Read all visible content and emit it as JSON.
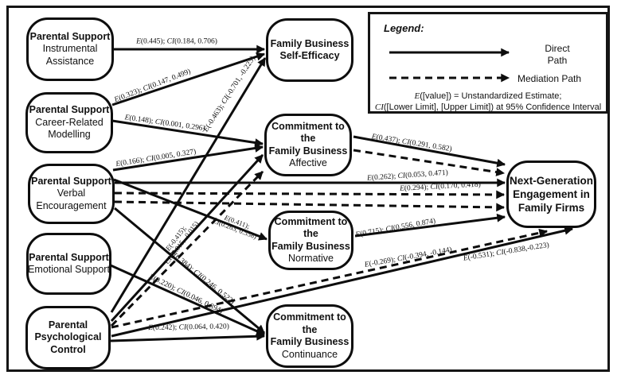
{
  "nodes": [
    {
      "id": "ps-instrumental",
      "lines": [
        {
          "text": "Parental Support",
          "bold": true
        },
        {
          "text": "Instrumental",
          "bold": false
        },
        {
          "text": "Assistance",
          "bold": false
        }
      ]
    },
    {
      "id": "ps-career",
      "lines": [
        {
          "text": "Parental Support",
          "bold": true
        },
        {
          "text": "Career-Related",
          "bold": false
        },
        {
          "text": "Modelling",
          "bold": false
        }
      ]
    },
    {
      "id": "ps-verbal",
      "lines": [
        {
          "text": "Parental Support",
          "bold": true
        },
        {
          "text": "Verbal",
          "bold": false
        },
        {
          "text": "Encouragement",
          "bold": false
        }
      ]
    },
    {
      "id": "ps-emotional",
      "lines": [
        {
          "text": "Parental Support",
          "bold": true
        },
        {
          "text": "Emotional Support",
          "bold": false
        }
      ]
    },
    {
      "id": "psych-control",
      "lines": [
        {
          "text": "Parental",
          "bold": true
        },
        {
          "text": "Psychological",
          "bold": true
        },
        {
          "text": "Control",
          "bold": true
        }
      ]
    },
    {
      "id": "fb-self-efficacy",
      "lines": [
        {
          "text": "Family Business",
          "bold": true
        },
        {
          "text": "Self-Efficacy",
          "bold": true
        }
      ]
    },
    {
      "id": "commit-affective",
      "lines": [
        {
          "text": "Commitment to",
          "bold": true
        },
        {
          "text": "the",
          "bold": true
        },
        {
          "text": "Family Business",
          "bold": true
        },
        {
          "text": "Affective",
          "bold": false
        }
      ]
    },
    {
      "id": "commit-normative",
      "lines": [
        {
          "text": "Commitment to",
          "bold": true
        },
        {
          "text": "the",
          "bold": true
        },
        {
          "text": "Family Business",
          "bold": true
        },
        {
          "text": "Normative",
          "bold": false
        }
      ]
    },
    {
      "id": "commit-continuance",
      "lines": [
        {
          "text": "Commitment to",
          "bold": true
        },
        {
          "text": "the",
          "bold": true
        },
        {
          "text": "Family Business",
          "bold": true
        },
        {
          "text": "Continuance",
          "bold": false
        }
      ]
    },
    {
      "id": "next-gen",
      "big": true,
      "lines": [
        {
          "text": "Next-Generation",
          "bold": true
        },
        {
          "text": "Engagement in",
          "bold": true
        },
        {
          "text": "Family Firms",
          "bold": true
        }
      ]
    }
  ],
  "edges": [
    {
      "id": "direct-instrumental-to-selfefficacy",
      "kind": "direct",
      "label": "E(0.445); CI(0.184, 0.706)"
    },
    {
      "id": "direct-career-to-selfefficacy",
      "kind": "direct",
      "label": "E(0.323); CI(0.147, 0.499)"
    },
    {
      "id": "direct-career-to-affective",
      "kind": "direct",
      "label": "E(0.148); CI(0.001, 0.296)"
    },
    {
      "id": "direct-verbal-to-affective",
      "kind": "direct",
      "label": "E(0.166); CI(0.005, 0.327)"
    },
    {
      "id": "direct-verbal-to-nextgen",
      "kind": "direct",
      "label": "E(0.262); CI(0.053, 0.471)"
    },
    {
      "id": "direct-verbal-to-normative",
      "kind": "direct",
      "label_lines": [
        "E(0.411);",
        "CI(0.263, 0.558)"
      ]
    },
    {
      "id": "direct-verbal-to-continuance",
      "kind": "direct",
      "label": "E(0.384); CI(0.246, 0.522)"
    },
    {
      "id": "direct-emotional-to-continuance",
      "kind": "direct",
      "label": "E(0.220); CI(0.046, 0.394)"
    },
    {
      "id": "direct-psychcontrol-to-selfefficacy",
      "kind": "direct",
      "label": "E(-0.463); CI(-0.701, -0.225)"
    },
    {
      "id": "direct-psychcontrol-to-affective",
      "kind": "direct",
      "label_lines": [
        "E(-0.415);",
        "CI(-0.815, -0.015)"
      ]
    },
    {
      "id": "direct-affective-to-nextgen",
      "kind": "direct",
      "label": "E(0.437); CI(0.291, 0.582)"
    },
    {
      "id": "direct-normative-to-nextgen",
      "kind": "direct",
      "label": "E(0.715); CI(0.556, 0.874)"
    },
    {
      "id": "direct-psychcontrol-to-nextgen",
      "kind": "direct",
      "label": "E(-0.531); CI(-0.838,-0.223)"
    },
    {
      "id": "direct-psychcontrol-to-continuance",
      "kind": "direct",
      "label": "E(0.242); CI(0.064, 0.420)"
    },
    {
      "id": "mediation-verbal-to-nextgen-1",
      "kind": "mediation",
      "label": "E(0.294); CI(0.170, 0.418)"
    },
    {
      "id": "mediation-verbal-to-nextgen-2",
      "kind": "mediation"
    },
    {
      "id": "mediation-affective-to-nextgen",
      "kind": "mediation"
    },
    {
      "id": "mediation-psychcontrol-to-affective",
      "kind": "mediation"
    },
    {
      "id": "mediation-psychcontrol-to-nextgen",
      "kind": "mediation",
      "label": "E(-0.269); CI(-0.394, -0.144)"
    }
  ],
  "legend": {
    "title": "Legend:",
    "direct_line1": "Direct",
    "direct_line2": "Path",
    "mediation_label": "Mediation Path",
    "note1": "E([value]) = Unstandardized Estimate;",
    "note2": "CI([Lower Limit], [Upper Limit]) at 95% Confidence Interval"
  }
}
